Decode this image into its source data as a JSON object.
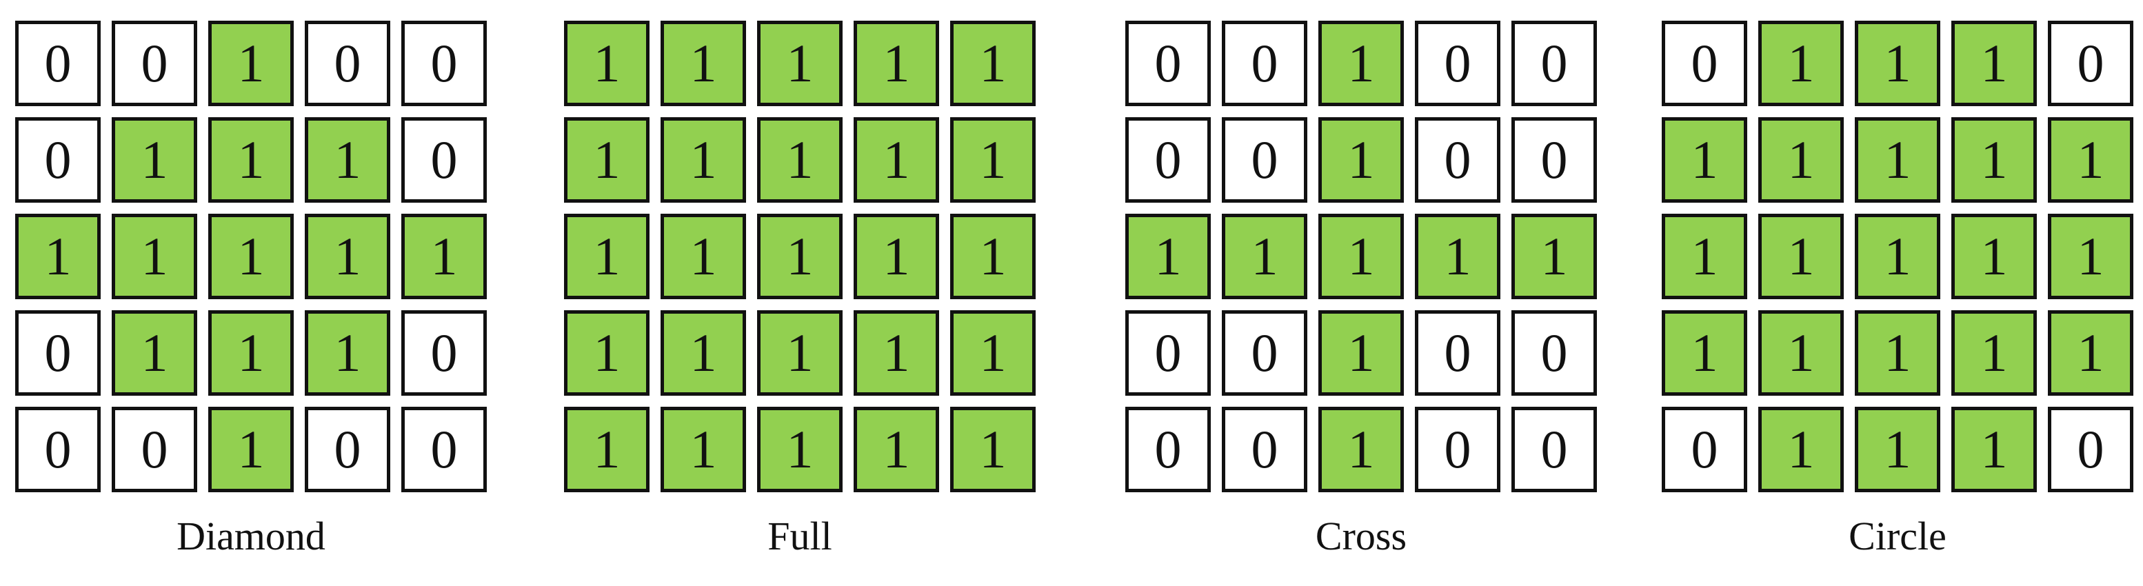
{
  "colors": {
    "on_fill": "#92d050",
    "off_fill": "#ffffff",
    "border": "#111111"
  },
  "kernels": [
    {
      "label": "Diamond",
      "cells": [
        [
          "0",
          "0",
          "1",
          "0",
          "0"
        ],
        [
          "0",
          "1",
          "1",
          "1",
          "0"
        ],
        [
          "1",
          "1",
          "1",
          "1",
          "1"
        ],
        [
          "0",
          "1",
          "1",
          "1",
          "0"
        ],
        [
          "0",
          "0",
          "1",
          "0",
          "0"
        ]
      ]
    },
    {
      "label": "Full",
      "cells": [
        [
          "1",
          "1",
          "1",
          "1",
          "1"
        ],
        [
          "1",
          "1",
          "1",
          "1",
          "1"
        ],
        [
          "1",
          "1",
          "1",
          "1",
          "1"
        ],
        [
          "1",
          "1",
          "1",
          "1",
          "1"
        ],
        [
          "1",
          "1",
          "1",
          "1",
          "1"
        ]
      ]
    },
    {
      "label": "Cross",
      "cells": [
        [
          "0",
          "0",
          "1",
          "0",
          "0"
        ],
        [
          "0",
          "0",
          "1",
          "0",
          "0"
        ],
        [
          "1",
          "1",
          "1",
          "1",
          "1"
        ],
        [
          "0",
          "0",
          "1",
          "0",
          "0"
        ],
        [
          "0",
          "0",
          "1",
          "0",
          "0"
        ]
      ]
    },
    {
      "label": "Circle",
      "cells": [
        [
          "0",
          "1",
          "1",
          "1",
          "0"
        ],
        [
          "1",
          "1",
          "1",
          "1",
          "1"
        ],
        [
          "1",
          "1",
          "1",
          "1",
          "1"
        ],
        [
          "1",
          "1",
          "1",
          "1",
          "1"
        ],
        [
          "0",
          "1",
          "1",
          "1",
          "0"
        ]
      ]
    }
  ]
}
